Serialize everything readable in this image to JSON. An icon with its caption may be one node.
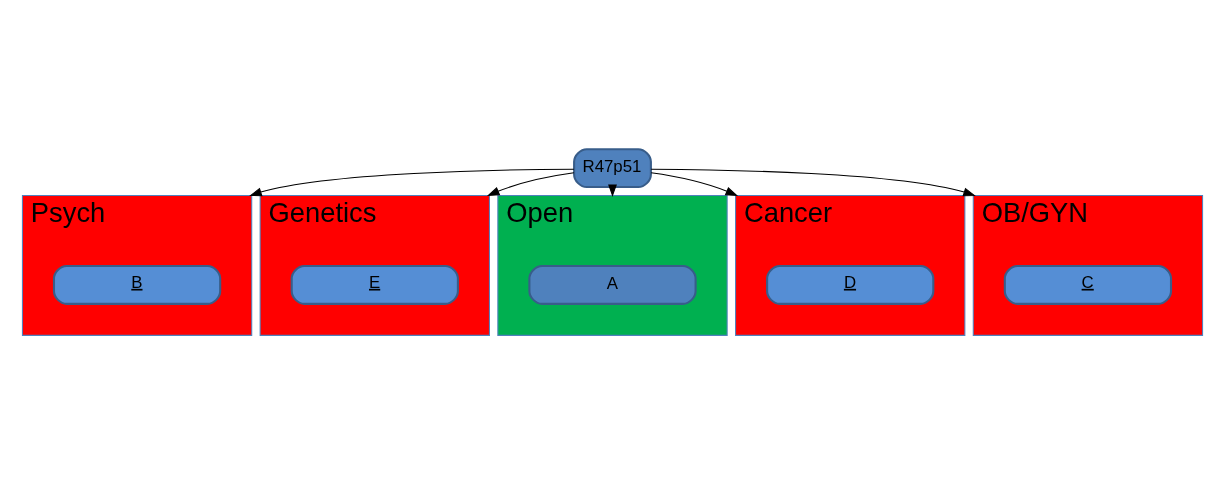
{
  "diagram": {
    "nodes": [
      {
        "text": [
          "R47p51"
        ]
      },
      {
        "text": [
          "Psych"
        ]
      },
      {
        "text": [
          "B"
        ],
        "in": 1
      },
      {
        "text": [
          "Genetics"
        ]
      },
      {
        "text": [
          "E"
        ],
        "in": 3
      },
      {
        "text": [
          "Open"
        ]
      },
      {
        "text": [
          "A"
        ],
        "in": 5
      },
      {
        "text": [
          "Cancer"
        ]
      },
      {
        "text": [
          "D"
        ],
        "in": 7
      },
      {
        "text": [
          "OB/GYN"
        ]
      },
      {
        "text": [
          "C"
        ],
        "in": 9
      }
    ],
    "edges": [
      {
        "from": 0,
        "to": 1,
        "arrow": "to"
      },
      {
        "from": 0,
        "to": 3,
        "arrow": "to"
      },
      {
        "from": 0,
        "to": 5,
        "arrow": "to"
      },
      {
        "from": 0,
        "to": 7,
        "arrow": "to"
      },
      {
        "from": 0,
        "to": 9,
        "arrow": "to"
      }
    ]
  }
}
